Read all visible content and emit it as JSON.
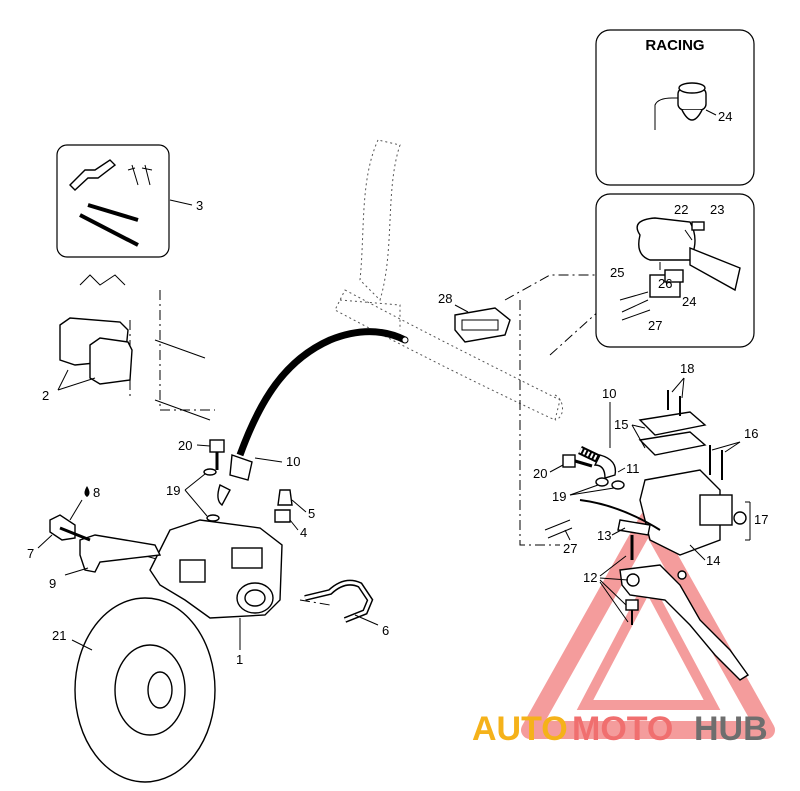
{
  "inset_racing": {
    "title": "RACING",
    "callouts": [
      "24"
    ]
  },
  "inset_switch": {
    "callouts": [
      "22",
      "23",
      "25",
      "26",
      "24",
      "27"
    ]
  },
  "inset_pins": {
    "callouts": [
      "3"
    ]
  },
  "callouts": {
    "c1": "1",
    "c2": "2",
    "c4": "4",
    "c5": "5",
    "c6": "6",
    "c7": "7",
    "c8": "8",
    "c9": "9",
    "c10a": "10",
    "c10b": "10",
    "c11": "11",
    "c12": "12",
    "c13": "13",
    "c14": "14",
    "c15": "15",
    "c16": "16",
    "c17": "17",
    "c18": "18",
    "c19a": "19",
    "c19b": "19",
    "c20a": "20",
    "c20b": "20",
    "c21": "21",
    "c27": "27",
    "c28": "28"
  },
  "watermark": {
    "part1": "AUTO",
    "part2": "MOTO",
    "part3": "HUB",
    "color_auto": "#f5b21a",
    "color_moto": "#f06f6f",
    "color_hub": "#6e6e6e",
    "triangle_color": "#ec4d4d"
  },
  "icons": [
    "oil-drop-icon",
    "watermark-triangle-icon"
  ]
}
